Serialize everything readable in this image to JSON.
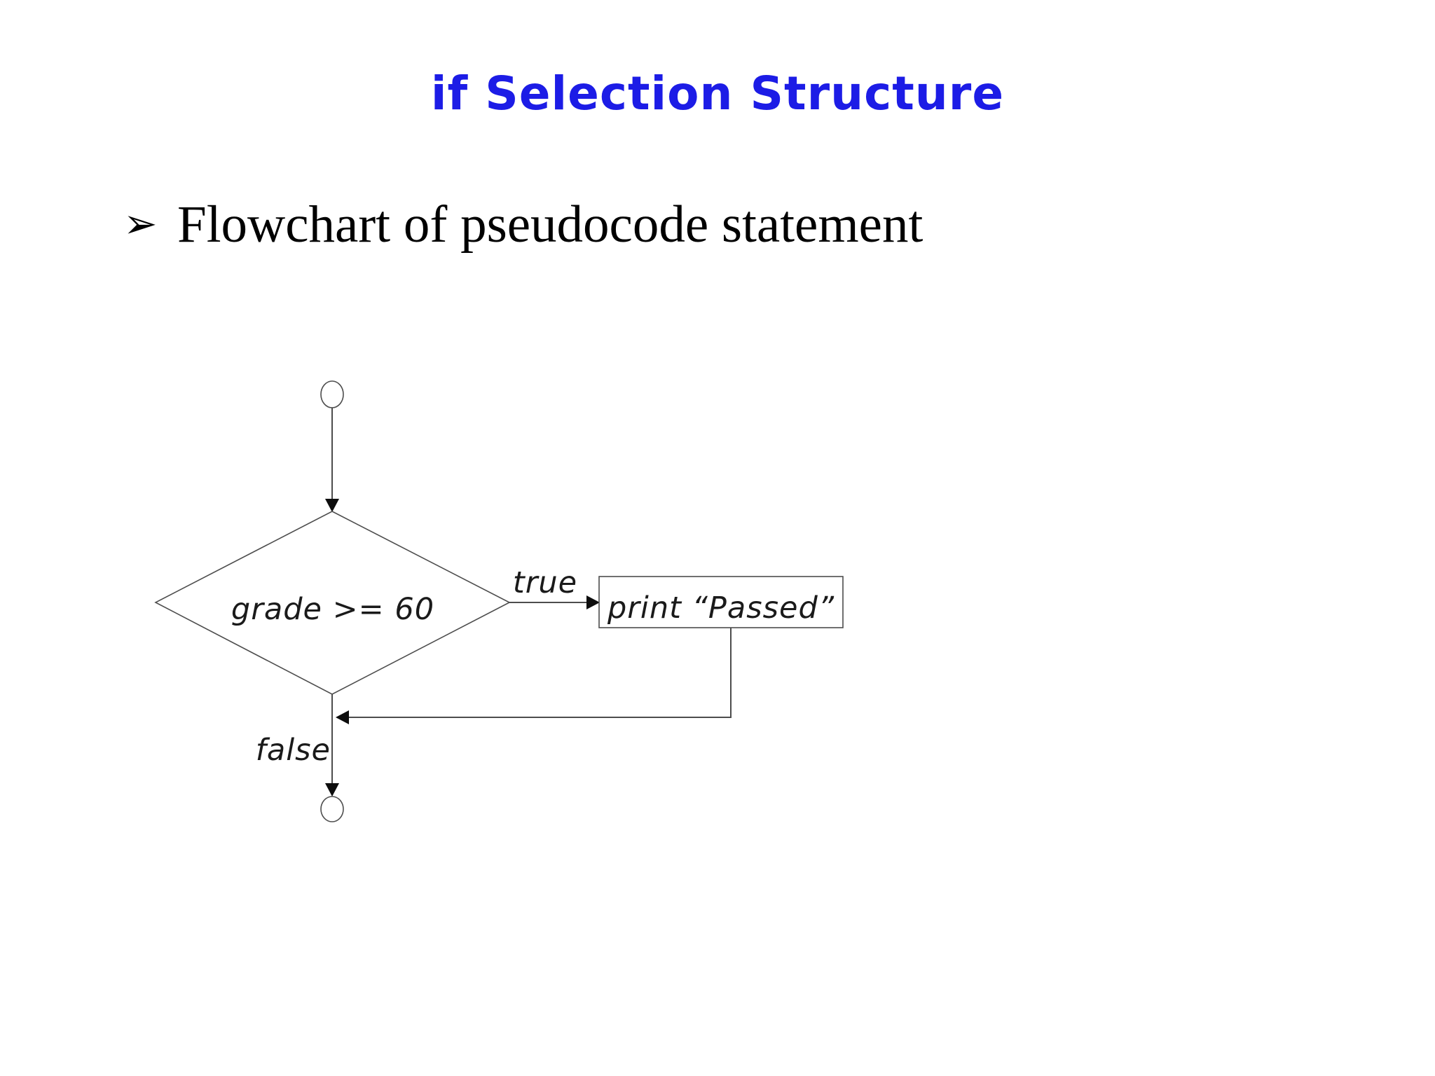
{
  "title": {
    "text": "if Selection Structure",
    "color": "#1c1ce6"
  },
  "bullet": {
    "marker_icon": "arrowhead-bullet-icon",
    "marker_glyph": "➢",
    "text": "Flowchart of pseudocode statement"
  },
  "flowchart": {
    "nodes": {
      "start": {
        "shape": "terminal-circle"
      },
      "decision": {
        "shape": "diamond",
        "label": "grade >= 60"
      },
      "process": {
        "shape": "rectangle",
        "label": "print “Passed”"
      },
      "end": {
        "shape": "terminal-circle"
      }
    },
    "edges": {
      "true_label": "true",
      "false_label": "false"
    },
    "line_color": "#4d4d4d"
  }
}
